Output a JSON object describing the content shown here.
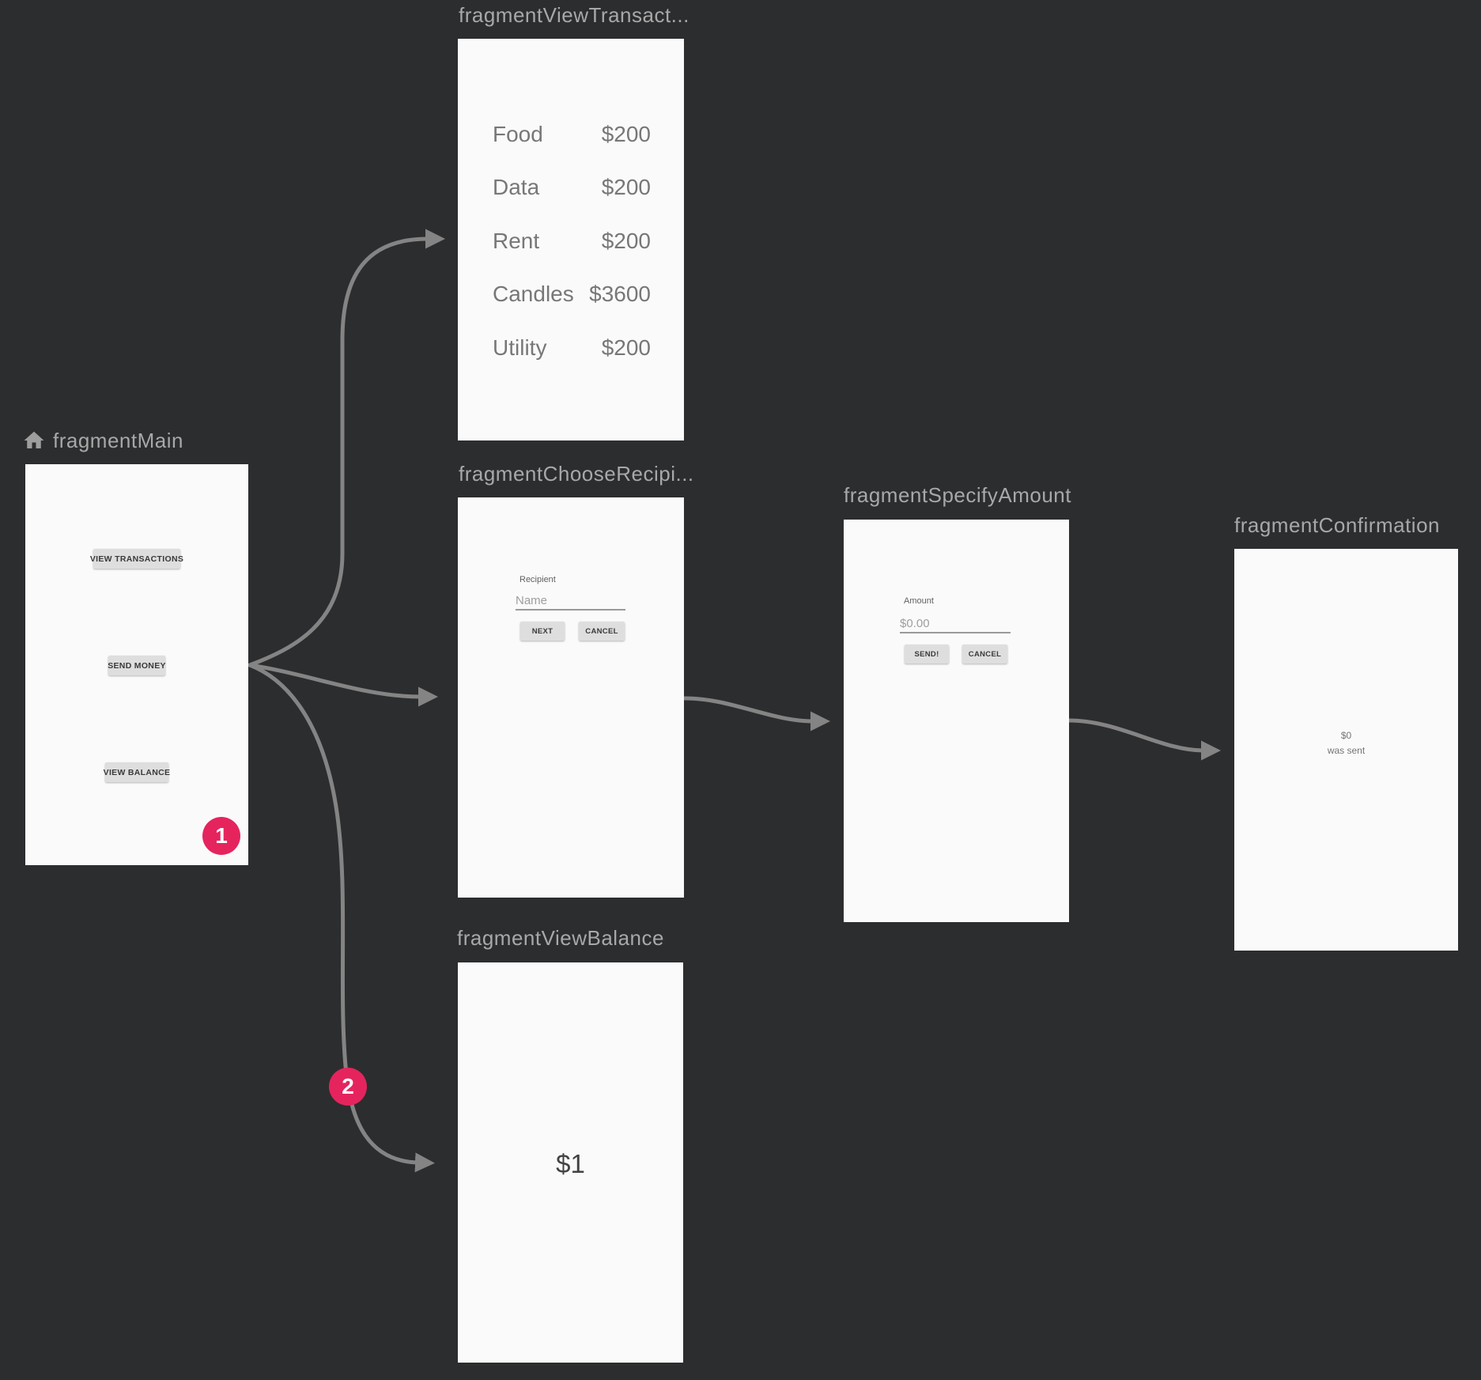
{
  "editor": {
    "surface": "navigation-graph",
    "colors": {
      "canvas_background": "#2C2D2F",
      "frame_background": "#FAFAFA",
      "fragment_label": "#A8A8A8",
      "arrow": "#848484",
      "badge": "#E5245E",
      "badge_text": "#FFFFFF",
      "button_background": "#DEDEDE",
      "button_text": "#3A3A3A",
      "list_text": "#777777",
      "hint_text": "#9E9E9E",
      "balance_text": "#424242",
      "confirmation_text": "#757575"
    }
  },
  "fragments": {
    "main": {
      "label": "fragmentMain",
      "home_icon": "home-icon",
      "view_transactions_button": "VIEW TRANSACTIONS",
      "send_money_button": "SEND MONEY",
      "view_balance_button": "VIEW BALANCE",
      "badge": "1"
    },
    "viewTransactions": {
      "label": "fragmentViewTransact...",
      "items": [
        {
          "name": "Food",
          "amount": "$200"
        },
        {
          "name": "Data",
          "amount": "$200"
        },
        {
          "name": "Rent",
          "amount": "$200"
        },
        {
          "name": "Candles",
          "amount": "$3600"
        },
        {
          "name": "Utility",
          "amount": "$200"
        }
      ]
    },
    "chooseRecipient": {
      "label": "fragmentChooseRecipi...",
      "field_label": "Recipient",
      "name_placeholder": "Name",
      "next_button": "NEXT",
      "cancel_button": "CANCEL"
    },
    "specifyAmount": {
      "label": "fragmentSpecifyAmount",
      "field_label": "Amount",
      "amount_placeholder": "$0.00",
      "send_button": "SEND!",
      "cancel_button": "CANCEL"
    },
    "confirmation": {
      "label": "fragmentConfirmation",
      "amount": "$0",
      "message": "was sent"
    },
    "viewBalance": {
      "label": "fragmentViewBalance",
      "balance": "$1",
      "badge": "2"
    }
  }
}
